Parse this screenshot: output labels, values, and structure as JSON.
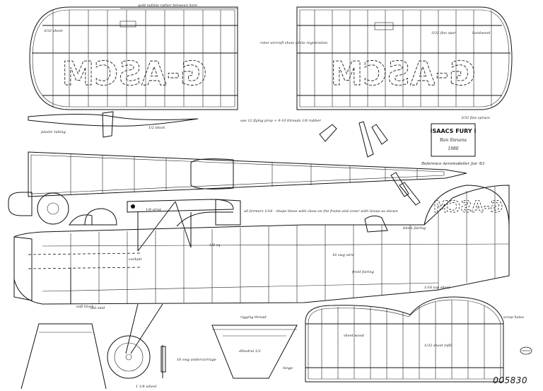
{
  "title_block": {
    "name": "ISAACS FURY I",
    "designer": "Ron Stevens",
    "year": "1980",
    "reference": "Reference Aeromodeller Jan '83"
  },
  "registration": "G-ASCM",
  "plan_number": "005830",
  "notes": {
    "gold_outline": "gold outline rather between here",
    "rotor_aircraft": "rotor aircraft show white registration",
    "rib_sheet": "3/32 sheet",
    "fins_spar": "3/32 fins spar",
    "flying_prop": "use 12 flying prop + 9-10 threads 1/8 rubber",
    "plastic_tubing": "plastic tubing",
    "balsa_block": "1/2 block",
    "hardwood": "hardwood",
    "fine_spruce": "3/32 fine spruce",
    "cockpit": "cockpit",
    "front_fairing": "front fairing",
    "block_fairing": "block fairing",
    "all_formers": "all formers 1/16 - shape these with close on the frame and cover with tissue as shown",
    "strut_note": "1/8 strut",
    "bent_sq": "1/8 sq",
    "dihedral": "dihedral 1/2",
    "sheet_wood": "sheet wood",
    "scrap_balsa": "scrap balsa",
    "top_sheet": "1/16 top sheet",
    "sheet_infill": "1/32 sheet infill",
    "wire_note": "16 swg wire",
    "rigging": "rigging thread",
    "undercart": "16 swg undercarriage",
    "wheel": "1 1/4 wheel",
    "cowl_block": "soft block",
    "tail_skid": "tail skid",
    "hinge": "hinge"
  }
}
